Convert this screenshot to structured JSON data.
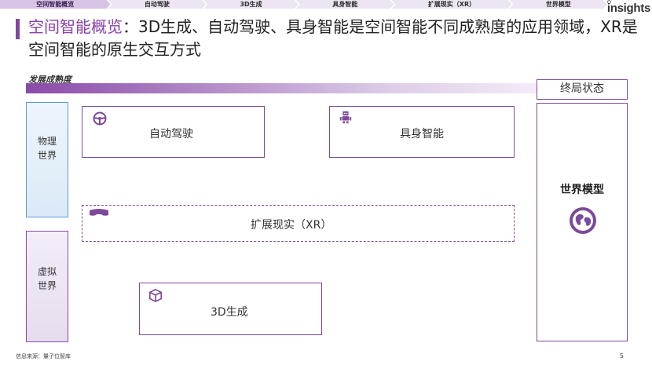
{
  "nav": {
    "items": [
      {
        "label": "空间智能概览",
        "active": true
      },
      {
        "label": "自动驾驶",
        "active": false
      },
      {
        "label": "3D生成",
        "active": false
      },
      {
        "label": "具身智能",
        "active": false
      },
      {
        "label": "扩展现实（XR）",
        "active": false
      },
      {
        "label": "世界模型",
        "active": false
      }
    ]
  },
  "brand": {
    "logo_text": "insights"
  },
  "title": {
    "highlight": "空间智能概览",
    "rest": "：3D生成、自动驾驶、具身智能是空间智能不同成熟度的应用领域，XR是空间智能的原生交互方式"
  },
  "diagram": {
    "axis_label": "发展成熟度",
    "end_state_label": "终局状态",
    "world_model_label": "世界模型",
    "physical_world_label": "物理\n世界",
    "virtual_world_label": "虚拟\n世界",
    "capabilities": {
      "autonomous_driving": "自动驾驶",
      "embodied_ai": "具身智能",
      "xr": "扩展现实（XR）",
      "gen_3d": "3D生成"
    },
    "colors": {
      "accent": "#7c4a9a",
      "physical": "#5b9bd5",
      "virtual": "#8a4aa8"
    }
  },
  "footer": {
    "source": "信息来源：量子位智库",
    "page": "5"
  }
}
